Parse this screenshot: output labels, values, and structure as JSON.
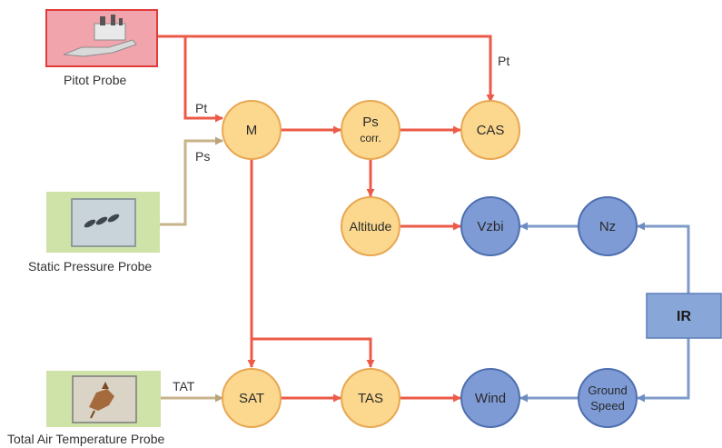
{
  "sources": {
    "pitot": {
      "caption": "Pitot Probe"
    },
    "static": {
      "caption": "Static Pressure Probe"
    },
    "tat": {
      "caption": "Total Air Temperature Probe"
    }
  },
  "signals": {
    "pt_top": "Pt",
    "pt_m": "Pt",
    "ps_m": "Ps",
    "tat": "TAT"
  },
  "nodes": {
    "m": "M",
    "ps_corr_line1": "Ps",
    "ps_corr_line2": "corr.",
    "cas": "CAS",
    "altitude": "Altitude",
    "vzbi": "Vzbi",
    "nz": "Nz",
    "sat": "SAT",
    "tas": "TAS",
    "wind": "Wind",
    "ground_speed_line1": "Ground",
    "ground_speed_line2": "Speed",
    "ir": "IR"
  },
  "colors": {
    "air_node_fill": "#fbd88e",
    "air_node_stroke": "#e8a752",
    "blue_node_fill": "#7e9bd6",
    "blue_node_stroke": "#4f6fb0",
    "red_line": "#ec5a48",
    "red_line_light": "#f6b3a6",
    "tan_line": "#c7b38a",
    "blue_line": "#7f9bc9",
    "pitot_box": "#f2a4ad",
    "pitot_border": "#e23b3b",
    "probe_box": "#cfe3a8",
    "ir_fill": "#88a6d8"
  }
}
